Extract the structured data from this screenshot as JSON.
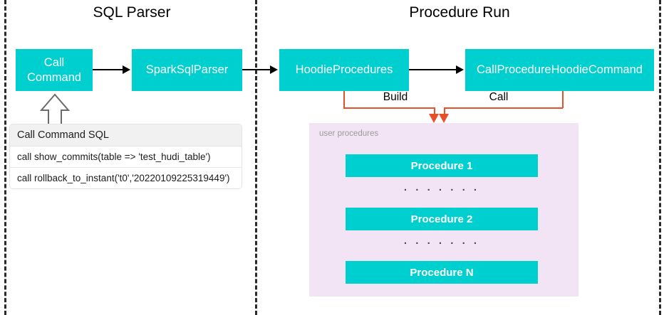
{
  "diagram": {
    "sections": [
      {
        "id": "sql-parser",
        "title": "SQL Parser"
      },
      {
        "id": "procedure-run",
        "title": "Procedure Run"
      }
    ],
    "nodes": {
      "call_command": "Call\nCommand",
      "call_command_line1": "Call",
      "call_command_line2": "Command",
      "spark_sql_parser": "SparkSqlParser",
      "hoodie_procedures": "HoodieProcedures",
      "call_procedure_hoodie_command": "CallProcedureHoodieCommand"
    },
    "edge_labels": {
      "build": "Build",
      "call": "Call"
    },
    "sql_table": {
      "header": "Call Command SQL",
      "rows": [
        "call show_commits(table => 'test_hudi_table')",
        "call rollback_to_instant('t0','20220109225319449')"
      ]
    },
    "procedures_panel": {
      "label": "user procedures",
      "items": [
        "Procedure 1",
        "Procedure 2",
        "Procedure N"
      ],
      "separator": ". . . . . . ."
    },
    "colors": {
      "node_fill": "#00CFCF",
      "node_text": "#FFFFFF",
      "panel_fill": "#F3E4F5",
      "connector_orange": "#E8502A",
      "flow_arrow": "#000000",
      "divider": "#2B2B2B",
      "table_header_fill": "#F1F1F1"
    }
  }
}
